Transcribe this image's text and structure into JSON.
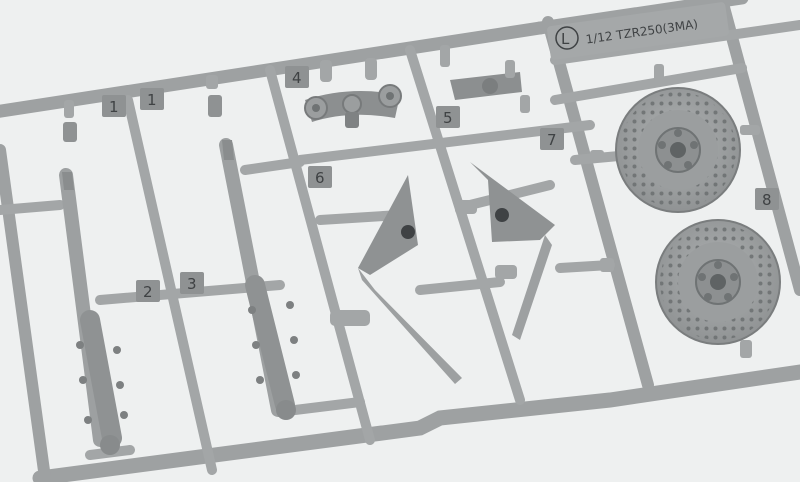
{
  "kit": {
    "sprue_letter": "L",
    "scale_model_label": "1/12 TZR250(3MA)"
  },
  "part_numbers": [
    "1",
    "1",
    "2",
    "3",
    "4",
    "5",
    "6",
    "7",
    "8"
  ],
  "colors": {
    "background": "#eef0f0",
    "plastic": "#9ea1a2",
    "plastic_light": "#b5b8b9",
    "plastic_dark": "#6f7374",
    "label_text": "#3f4244"
  }
}
